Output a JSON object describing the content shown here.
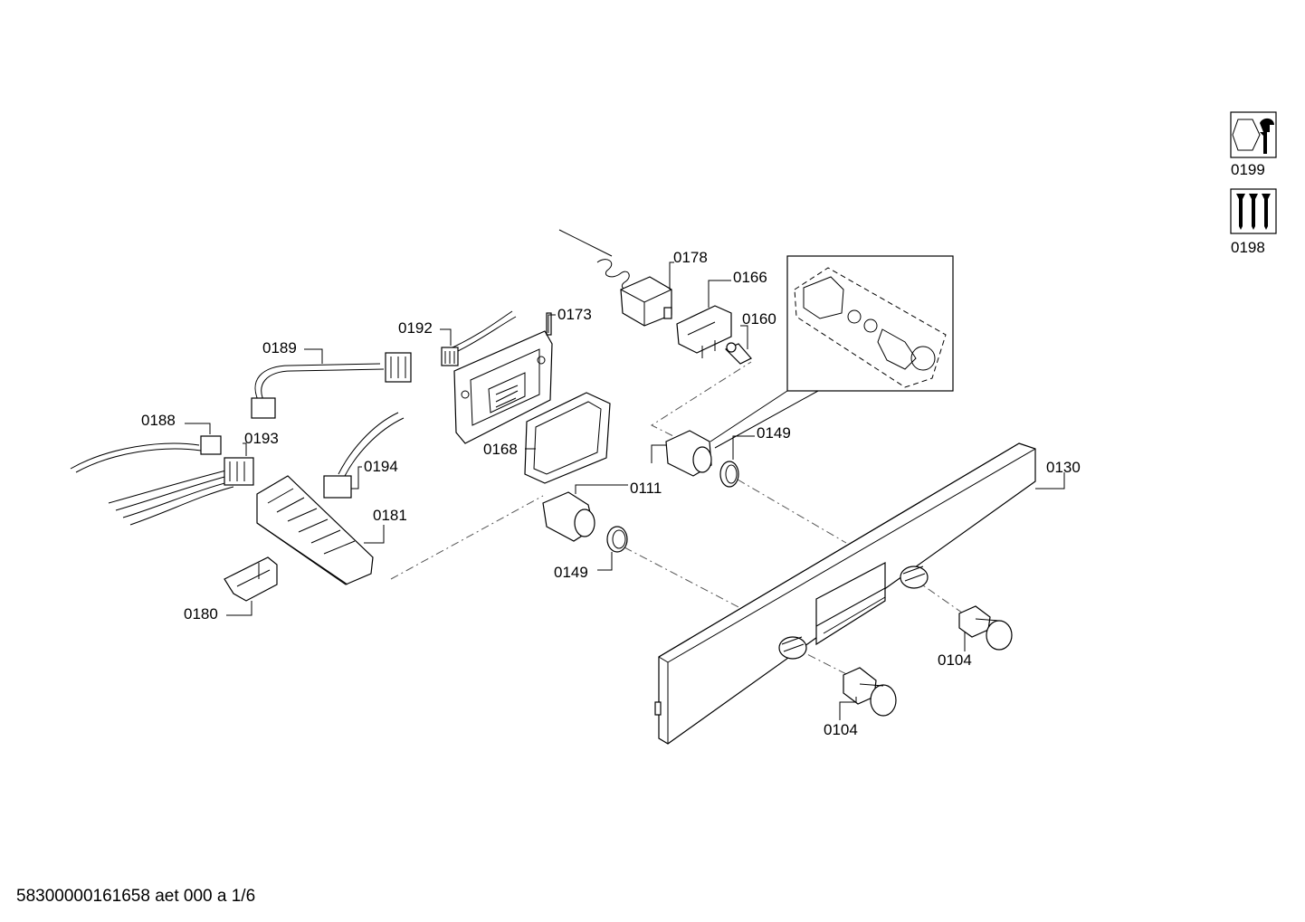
{
  "footer": {
    "document_id": "58300000161658 aet 000 a 1/6"
  },
  "side_icons": [
    {
      "name": "tool-kit-icon",
      "label": "0199"
    },
    {
      "name": "screw-set-icon",
      "label": "0198"
    }
  ],
  "labels": {
    "p0178": "0178",
    "p0166": "0166",
    "p0160": "0160",
    "p0173": "0173",
    "p0192": "0192",
    "p0189": "0189",
    "p0188": "0188",
    "p0193": "0193",
    "p0194": "0194",
    "p0168": "0168",
    "p0181": "0181",
    "p0180": "0180",
    "p0149a": "0149",
    "p0149b": "0149",
    "p0111": "0111",
    "p0130": "0130",
    "p0104a": "0104",
    "p0104b": "0104"
  },
  "colors": {
    "line": "#000000",
    "background": "#ffffff"
  }
}
